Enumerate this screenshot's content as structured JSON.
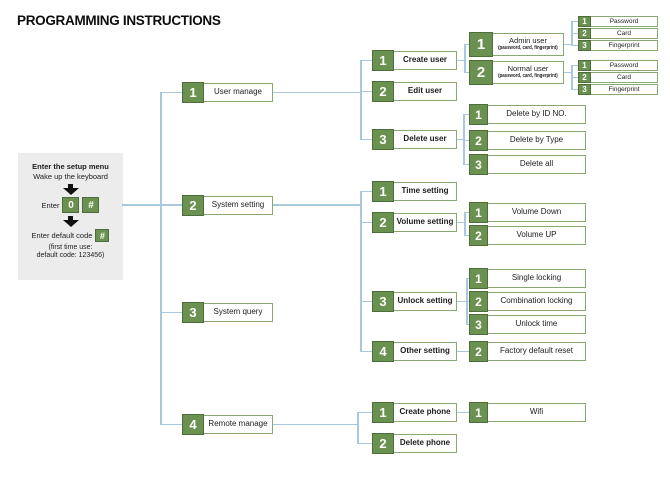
{
  "title": "PROGRAMMING INSTRUCTIONS",
  "colors": {
    "green": "#6b9150",
    "green_border": "#4c6e3a",
    "line_blue": "#a9c7dd",
    "panel_gray": "#ececec"
  },
  "setup_panel": {
    "line1": "Enter the setup menu",
    "line2": "Wake up the keyboard",
    "enter_label": "Enter",
    "key_zero": "0",
    "key_hash": "#",
    "default_code_label": "Enter default code",
    "note1": "(first time use:",
    "note2": "default code: 123456)"
  },
  "nodes": {
    "user_manage": {
      "num": "1",
      "label": "User manage"
    },
    "system_setting": {
      "num": "2",
      "label": "System setting"
    },
    "system_query": {
      "num": "3",
      "label": "System query"
    },
    "remote_manage": {
      "num": "4",
      "label": "Remote manage"
    },
    "create_user": {
      "num": "1",
      "label": "Create user"
    },
    "edit_user": {
      "num": "2",
      "label": "Edit user"
    },
    "delete_user": {
      "num": "3",
      "label": "Delete user"
    },
    "admin_user": {
      "num": "1",
      "label": "Admin user",
      "sub": "(password, card, fingerprint)"
    },
    "normal_user": {
      "num": "2",
      "label": "Normal user",
      "sub": "(password, card, fingerprint)"
    },
    "admin_password": {
      "num": "1",
      "label": "Password"
    },
    "admin_card": {
      "num": "2",
      "label": "Card"
    },
    "admin_fingerprint": {
      "num": "3",
      "label": "Fingerprint"
    },
    "normal_password": {
      "num": "1",
      "label": "Password"
    },
    "normal_card": {
      "num": "2",
      "label": "Card"
    },
    "normal_fingerprint": {
      "num": "3",
      "label": "Fingerprint"
    },
    "delete_by_id": {
      "num": "1",
      "label": "Delete by ID NO."
    },
    "delete_by_type": {
      "num": "2",
      "label": "Delete by Type"
    },
    "delete_all": {
      "num": "3",
      "label": "Delete all"
    },
    "time_setting": {
      "num": "1",
      "label": "Time setting"
    },
    "volume_setting": {
      "num": "2",
      "label": "Volume setting"
    },
    "volume_down": {
      "num": "1",
      "label": "Volume Down"
    },
    "volume_up": {
      "num": "2",
      "label": "Volume UP"
    },
    "unlock_setting": {
      "num": "3",
      "label": "Unlock setting"
    },
    "single_locking": {
      "num": "1",
      "label": "Single locking"
    },
    "combination_locking": {
      "num": "2",
      "label": "Combination locking"
    },
    "unlock_time": {
      "num": "3",
      "label": "Unlock time"
    },
    "other_setting": {
      "num": "4",
      "label": "Other setting"
    },
    "factory_reset": {
      "num": "2",
      "label": "Factory default reset"
    },
    "create_phone": {
      "num": "1",
      "label": "Create phone"
    },
    "delete_phone": {
      "num": "2",
      "label": "Delete phone"
    },
    "wifi": {
      "num": "1",
      "label": "Wifi"
    }
  }
}
